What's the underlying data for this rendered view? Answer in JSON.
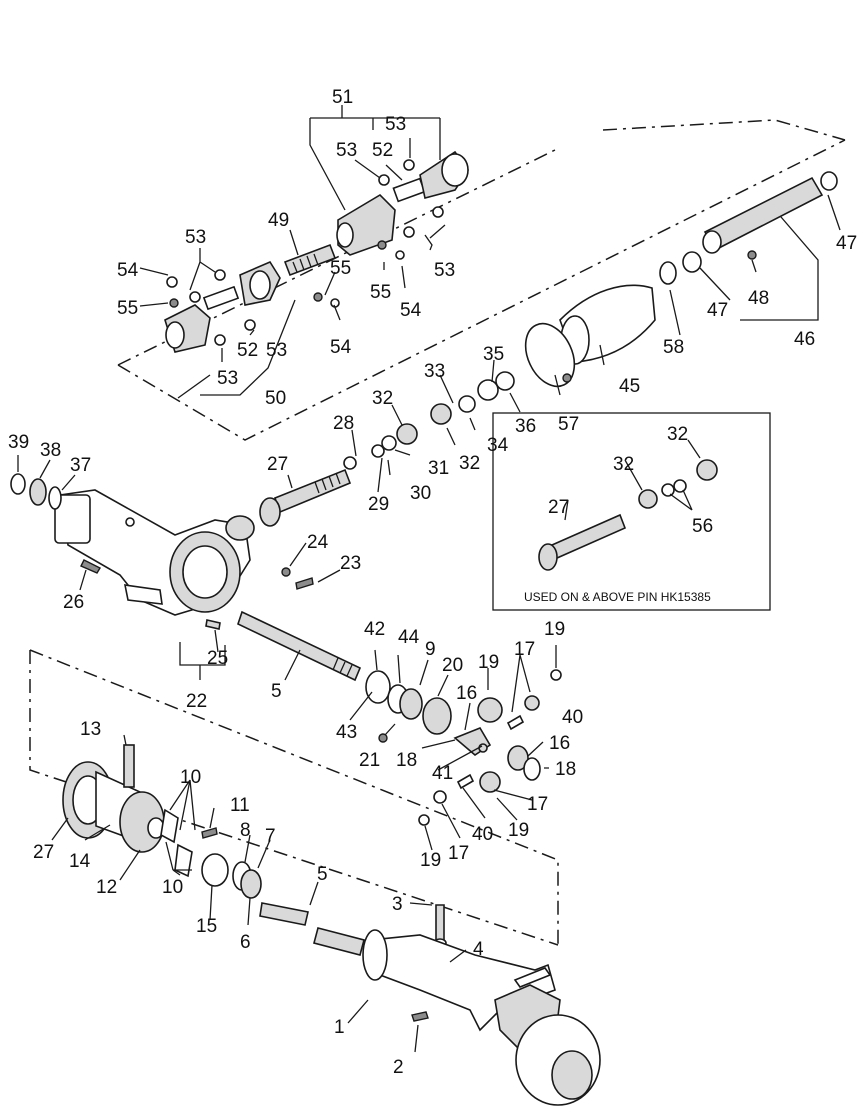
{
  "inset_note": "USED ON & ABOVE PIN HK15385",
  "callouts": [
    "51",
    "53",
    "53",
    "52",
    "53",
    "49",
    "53",
    "54",
    "55",
    "55",
    "54",
    "55",
    "53",
    "52",
    "53",
    "54",
    "53",
    "50",
    "47",
    "48",
    "47",
    "46",
    "58",
    "45",
    "35",
    "33",
    "36",
    "57",
    "32",
    "34",
    "32",
    "28",
    "31",
    "30",
    "29",
    "27",
    "32",
    "32",
    "56",
    "27",
    "39",
    "38",
    "37",
    "24",
    "23",
    "26",
    "25",
    "22",
    "5",
    "42",
    "44",
    "9",
    "20",
    "43",
    "19",
    "17",
    "19",
    "40",
    "16",
    "18",
    "21",
    "41",
    "16",
    "18",
    "17",
    "19",
    "40",
    "17",
    "19",
    "13",
    "10",
    "11",
    "8",
    "7",
    "27",
    "14",
    "12",
    "10",
    "15",
    "6",
    "5",
    "3",
    "4",
    "1",
    "2"
  ]
}
